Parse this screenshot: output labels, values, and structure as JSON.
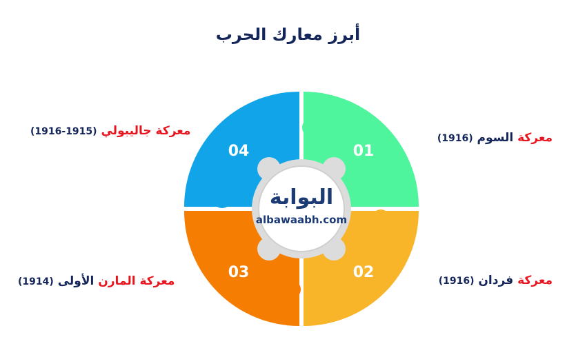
{
  "title": "أبرز معارك الحرب",
  "logo": {
    "arabic": "البوابة",
    "latin": "albawaabh.com"
  },
  "pieces": [
    {
      "number": "01",
      "color": "#4ff59c"
    },
    {
      "number": "02",
      "color": "#f9b52a"
    },
    {
      "number": "03",
      "color": "#f57d02"
    },
    {
      "number": "04",
      "color": "#11a4e8"
    }
  ],
  "battles": [
    {
      "prefix": "معركة",
      "name": "السوم",
      "date": "(1916)"
    },
    {
      "prefix": "معركة",
      "name": "فردان",
      "date": "(1916)"
    },
    {
      "prefix": "معركة المارن",
      "name": "الأولى",
      "date": "(1914)"
    },
    {
      "prefix": "معركة جاليبولي",
      "name": "",
      "date": "(1915-1916)"
    }
  ]
}
